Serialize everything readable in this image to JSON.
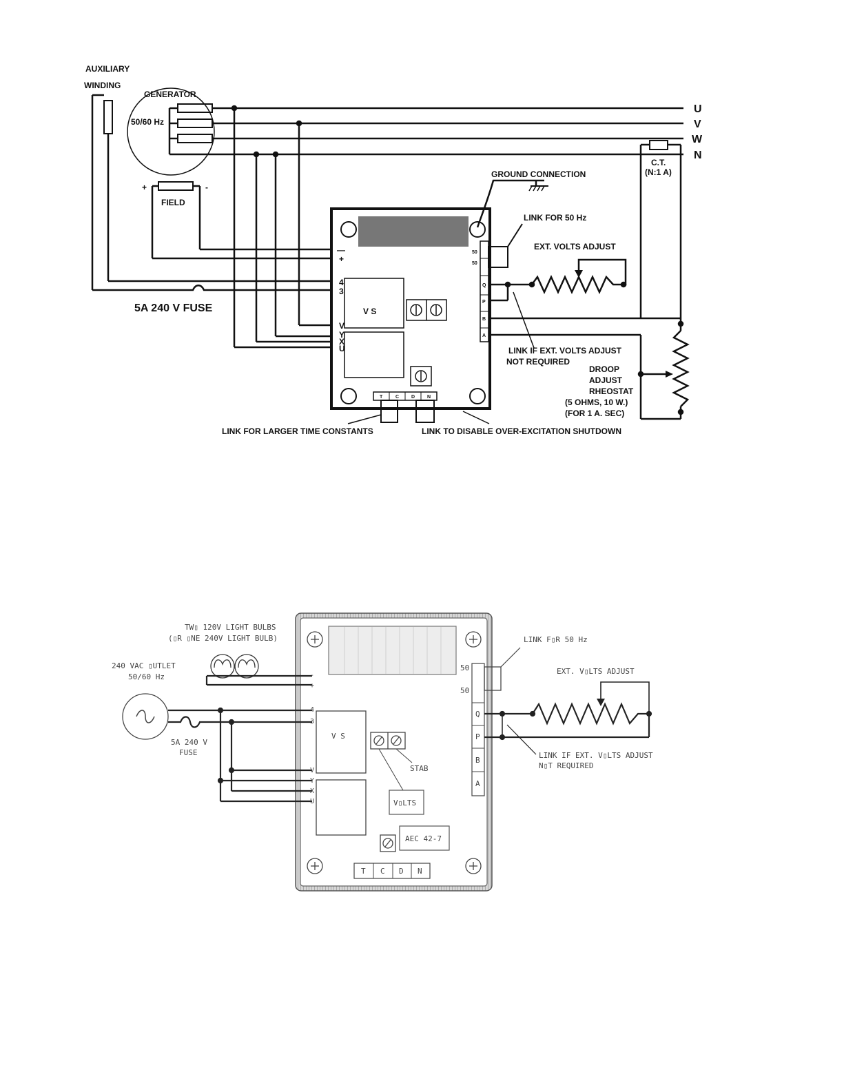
{
  "top": {
    "auxiliary_winding": [
      "AUXILIARY",
      "WINDING"
    ],
    "generator": "GENERATOR",
    "gen_freq": "50/60 Hz",
    "lines": [
      "U",
      "V",
      "W",
      "N"
    ],
    "ct": [
      "C.T.",
      "(N:1 A)"
    ],
    "ground": "GROUND CONNECTION",
    "field": "FIELD",
    "field_plus": "+",
    "field_minus": "-",
    "link_50": "LINK FOR 50 Hz",
    "ext_volts": "EXT. VOLTS ADJUST",
    "fuse": "5A 240 V FUSE",
    "link_if": [
      "LINK IF EXT. VOLTS ADJUST",
      "NOT REQUIRED"
    ],
    "droop": [
      "DROOP",
      "ADJUST",
      "RHEOSTAT",
      "(5 OHMS, 10 W.)",
      "(FOR 1 A. SEC)"
    ],
    "link_time": "LINK FOR LARGER TIME CONSTANTS",
    "link_disable": "LINK TO DISABLE OVER-EXCITATION SHUTDOWN",
    "vs": "V   S",
    "left_terms": [
      "—",
      "+",
      "4",
      "3",
      "V",
      "Y",
      "X",
      "U"
    ],
    "right_terms": [
      "50",
      "50",
      "Q",
      "P",
      "B",
      "A"
    ],
    "bottom_terms": [
      "T",
      "C",
      "D",
      "N"
    ]
  },
  "bottom": {
    "bulbs": [
      "TW▯ 120V LIGHT BULBS",
      "(▯R ▯NE 240V LIGHT BULB)"
    ],
    "outlet": [
      "240 VAC ▯UTLET",
      "50/60 Hz"
    ],
    "fuse": [
      "5A 240 V",
      "FUSE"
    ],
    "link_50": "LINK F▯R 50 Hz",
    "ext_volts": "EXT. V▯LTS ADJUST",
    "link_if": [
      "LINK IF EXT. V▯LTS ADJUST",
      "N▯T REQUIRED"
    ],
    "stab": "STAB",
    "volts": "V▯LTS",
    "model": "AEC 42-7",
    "vs": "V   S",
    "left_terms": [
      "-",
      "+",
      "4",
      "3",
      "V",
      "Y",
      "X",
      "U"
    ],
    "right_terms": [
      "50",
      "50",
      "Q",
      "P",
      "B",
      "A"
    ],
    "bottom_terms": [
      "T",
      "C",
      "D",
      "N"
    ]
  }
}
